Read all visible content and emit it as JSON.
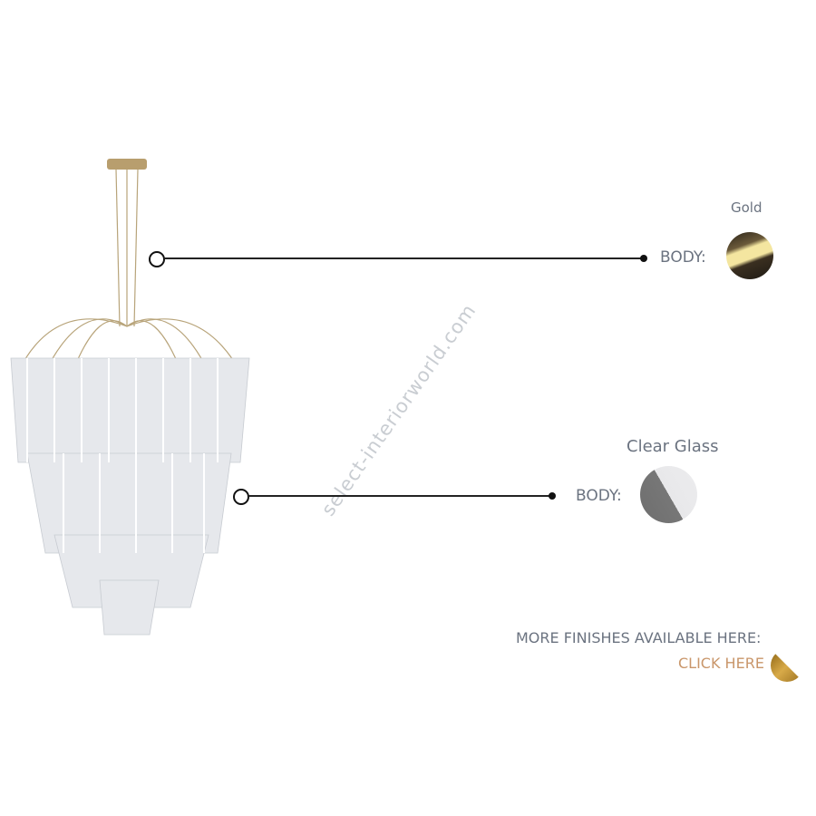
{
  "watermark": "select-interiorworld.com",
  "finishes": [
    {
      "name": "Gold",
      "part_label": "BODY:",
      "colors": [
        "#2a2318",
        "#f4e6a0"
      ]
    },
    {
      "name": "Clear Glass",
      "part_label": "BODY:",
      "colors": [
        "#707070",
        "#e8e8ea"
      ]
    }
  ],
  "more": {
    "text": "MORE FINISHES AVAILABLE HERE:",
    "link": "CLICK HERE",
    "link_color": "#c9966a"
  }
}
